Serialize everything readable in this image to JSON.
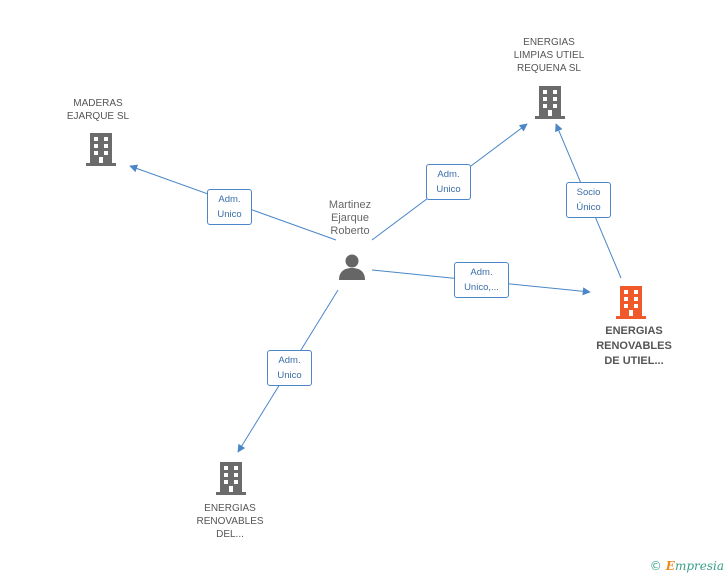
{
  "person": {
    "name": "Martinez\nEjarque\nRoberto"
  },
  "companies": {
    "maderas": {
      "name": "MADERAS\nEJARQUE  SL"
    },
    "limpias": {
      "name": "ENERGIAS\nLIMPIAS UTIEL\nREQUENA SL"
    },
    "renovables_utiel": {
      "name": "ENERGIAS\nRENOVABLES\nDE UTIEL..."
    },
    "renovables_del": {
      "name": "ENERGIAS\nRENOVABLES\nDEL..."
    }
  },
  "edges": {
    "to_maderas": "Adm.\nUnico",
    "to_limpias": "Adm.\nUnico",
    "to_renovables_utiel": "Adm.\nUnico,...",
    "to_renovables_del": "Adm.\nUnico",
    "utiel_to_limpias": "Socio\nÚnico"
  },
  "colors": {
    "edge": "#4a86c8",
    "building": "#6b6b6b",
    "building_main": "#f05a2a",
    "person": "#666666"
  },
  "footer": {
    "copyright": "©",
    "brand_e": "E",
    "brand_rest": "mpresia"
  }
}
